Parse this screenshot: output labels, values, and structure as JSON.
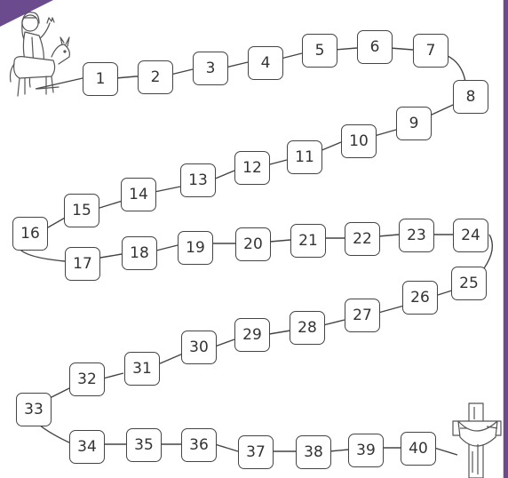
{
  "board": {
    "title": "",
    "squares": [
      "1",
      "2",
      "3",
      "4",
      "5",
      "6",
      "7",
      "8",
      "9",
      "10",
      "11",
      "12",
      "13",
      "14",
      "15",
      "16",
      "17",
      "18",
      "19",
      "20",
      "21",
      "22",
      "23",
      "24",
      "25",
      "26",
      "27",
      "28",
      "29",
      "30",
      "31",
      "32",
      "33",
      "34",
      "35",
      "36",
      "37",
      "38",
      "39",
      "40"
    ]
  },
  "icons": {
    "start": "donkey-rider-icon",
    "finish": "cross-icon"
  },
  "colors": {
    "line": "#444444",
    "background": "#6b4a8e"
  }
}
